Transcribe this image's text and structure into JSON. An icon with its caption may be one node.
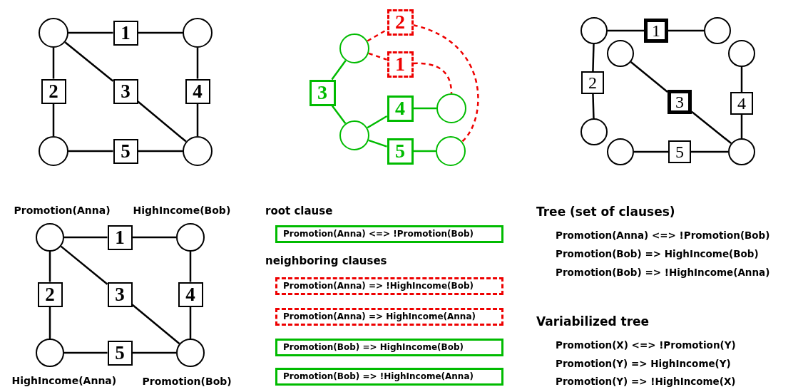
{
  "diagram": {
    "nodes": [
      {
        "text": [],
        "shape": "circle"
      },
      {
        "text": [
          "1"
        ]
      },
      {
        "text": [],
        "shape": "circle"
      },
      {
        "text": [
          "2"
        ]
      },
      {
        "text": [
          "3"
        ]
      },
      {
        "text": [
          "4"
        ]
      },
      {
        "text": [],
        "shape": "circle"
      },
      {
        "text": [
          "5"
        ]
      },
      {
        "text": [],
        "shape": "circle"
      },
      {
        "text": [
          "2"
        ]
      },
      {
        "text": [],
        "shape": "circle"
      },
      {
        "text": [
          "1"
        ]
      },
      {
        "text": [
          "3"
        ]
      },
      {
        "text": [
          "4"
        ]
      },
      {
        "text": [],
        "shape": "circle"
      },
      {
        "text": [],
        "shape": "circle"
      },
      {
        "text": [
          "5"
        ]
      },
      {
        "text": [],
        "shape": "circle"
      },
      {
        "text": [],
        "shape": "circle"
      },
      {
        "text": [
          "1"
        ]
      },
      {
        "text": [],
        "shape": "circle"
      },
      {
        "text": [],
        "shape": "circle"
      },
      {
        "text": [],
        "shape": "circle"
      },
      {
        "text": [
          "2"
        ]
      },
      {
        "text": [
          "3"
        ]
      },
      {
        "text": [
          "4"
        ]
      },
      {
        "text": [],
        "shape": "circle"
      },
      {
        "text": [],
        "shape": "circle"
      },
      {
        "text": [
          "5"
        ]
      },
      {
        "text": [],
        "shape": "circle"
      },
      {
        "text": [],
        "shape": "circle",
        "beside": [
          "Promotion(Anna)"
        ]
      },
      {
        "text": [
          "1"
        ]
      },
      {
        "text": [],
        "shape": "circle",
        "beside": [
          "HighIncome(Bob)"
        ]
      },
      {
        "text": [
          "2"
        ]
      },
      {
        "text": [
          "3"
        ]
      },
      {
        "text": [
          "4"
        ]
      },
      {
        "text": [],
        "shape": "circle",
        "beside": [
          "HighIncome(Anna)"
        ]
      },
      {
        "text": [
          "5"
        ]
      },
      {
        "text": [],
        "shape": "circle",
        "beside": [
          "Promotion(Bob)"
        ]
      },
      {
        "text": [
          "Promotion(Anna) <=> !Promotion(Bob)"
        ]
      },
      {
        "text": [
          "Promotion(Anna) => !HighIncome(Bob)"
        ]
      },
      {
        "text": [
          "Promotion(Anna) => HighIncome(Anna)"
        ]
      },
      {
        "text": [
          "Promotion(Bob) => HighIncome(Bob)"
        ]
      },
      {
        "text": [
          "Promotion(Bob) => !HighIncome(Anna)"
        ]
      }
    ],
    "edges": [
      {
        "from": 0,
        "to": 1,
        "arrow": "none"
      },
      {
        "from": 1,
        "to": 2,
        "arrow": "none"
      },
      {
        "from": 0,
        "to": 3,
        "arrow": "none"
      },
      {
        "from": 3,
        "to": 6,
        "arrow": "none"
      },
      {
        "from": 0,
        "to": 4,
        "arrow": "none"
      },
      {
        "from": 4,
        "to": 8,
        "arrow": "none"
      },
      {
        "from": 2,
        "to": 5,
        "arrow": "none"
      },
      {
        "from": 5,
        "to": 8,
        "arrow": "none"
      },
      {
        "from": 6,
        "to": 7,
        "arrow": "none"
      },
      {
        "from": 7,
        "to": 8,
        "arrow": "none"
      },
      {
        "from": 12,
        "to": 10,
        "arrow": "none",
        "color": "#00bb00"
      },
      {
        "from": 12,
        "to": 15,
        "arrow": "none",
        "color": "#00bb00"
      },
      {
        "from": 15,
        "to": 13,
        "arrow": "none",
        "color": "#00bb00"
      },
      {
        "from": 15,
        "to": 16,
        "arrow": "none",
        "color": "#00bb00"
      },
      {
        "from": 13,
        "to": 14,
        "arrow": "none",
        "color": "#00bb00"
      },
      {
        "from": 16,
        "to": 17,
        "arrow": "none",
        "color": "#00bb00"
      },
      {
        "from": 10,
        "to": 9,
        "arrow": "none",
        "style": "dashed",
        "color": "#ee0000"
      },
      {
        "from": 10,
        "to": 11,
        "arrow": "none",
        "style": "dashed",
        "color": "#ee0000"
      },
      {
        "from": 11,
        "to": 14,
        "arrow": "none",
        "style": "dashed",
        "color": "#ee0000"
      },
      {
        "from": 9,
        "to": 17,
        "arrow": "none",
        "style": "dashed",
        "color": "#ee0000"
      },
      {
        "from": 18,
        "to": 19,
        "arrow": "none"
      },
      {
        "from": 19,
        "to": 20,
        "arrow": "none"
      },
      {
        "from": 18,
        "to": 23,
        "arrow": "none"
      },
      {
        "from": 23,
        "to": 26,
        "arrow": "none"
      },
      {
        "from": 21,
        "to": 24,
        "arrow": "none"
      },
      {
        "from": 24,
        "to": 29,
        "arrow": "none"
      },
      {
        "from": 22,
        "to": 25,
        "arrow": "none"
      },
      {
        "from": 25,
        "to": 29,
        "arrow": "none"
      },
      {
        "from": 27,
        "to": 28,
        "arrow": "none"
      },
      {
        "from": 28,
        "to": 29,
        "arrow": "none"
      },
      {
        "from": 30,
        "to": 31,
        "arrow": "none"
      },
      {
        "from": 31,
        "to": 32,
        "arrow": "none"
      },
      {
        "from": 30,
        "to": 33,
        "arrow": "none"
      },
      {
        "from": 33,
        "to": 36,
        "arrow": "none"
      },
      {
        "from": 30,
        "to": 34,
        "arrow": "none"
      },
      {
        "from": 34,
        "to": 38,
        "arrow": "none"
      },
      {
        "from": 32,
        "to": 35,
        "arrow": "none"
      },
      {
        "from": 35,
        "to": 38,
        "arrow": "none"
      },
      {
        "from": 36,
        "to": 37,
        "arrow": "none"
      },
      {
        "from": 37,
        "to": 38,
        "arrow": "none"
      }
    ],
    "labels": [
      "root clause",
      "neighboring clauses",
      "Tree (set of clauses)",
      "Promotion(Anna) <=> !Promotion(Bob)",
      "Promotion(Bob) => HighIncome(Bob)",
      "Promotion(Bob) => !HighIncome(Anna)",
      "Variabilized tree",
      "Promotion(X) <=> !Promotion(Y)",
      "Promotion(Y) => HighIncome(Y)",
      "Promotion(Y) => !HighIncome(X)"
    ]
  }
}
